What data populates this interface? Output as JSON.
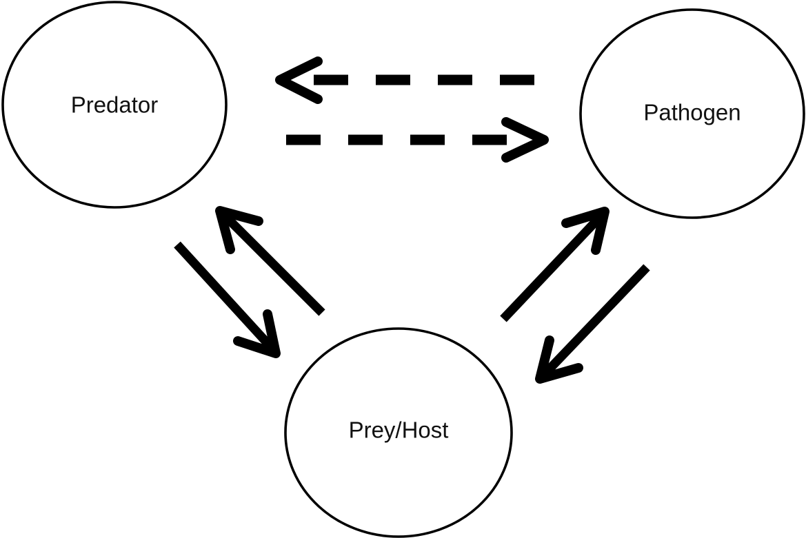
{
  "diagram": {
    "type": "ecology-interaction-triangle",
    "colors": {
      "background": "#ffffff",
      "line": "#000000",
      "text": "#111111"
    },
    "nodes": [
      {
        "id": "predator",
        "label": "Predator",
        "position": "top-left"
      },
      {
        "id": "pathogen",
        "label": "Pathogen",
        "position": "top-right"
      },
      {
        "id": "prey_host",
        "label": "Prey/Host",
        "position": "bottom-center"
      }
    ],
    "edges": [
      {
        "from": "pathogen",
        "to": "predator",
        "style": "dashed",
        "direction": "one-way-left"
      },
      {
        "from": "predator",
        "to": "pathogen",
        "style": "dashed",
        "direction": "one-way-right"
      },
      {
        "from": "predator",
        "to": "prey_host",
        "style": "solid",
        "direction": "one-way-down"
      },
      {
        "from": "prey_host",
        "to": "predator",
        "style": "solid",
        "direction": "one-way-up"
      },
      {
        "from": "prey_host",
        "to": "pathogen",
        "style": "solid",
        "direction": "one-way-up"
      },
      {
        "from": "pathogen",
        "to": "prey_host",
        "style": "solid",
        "direction": "one-way-down"
      }
    ]
  }
}
